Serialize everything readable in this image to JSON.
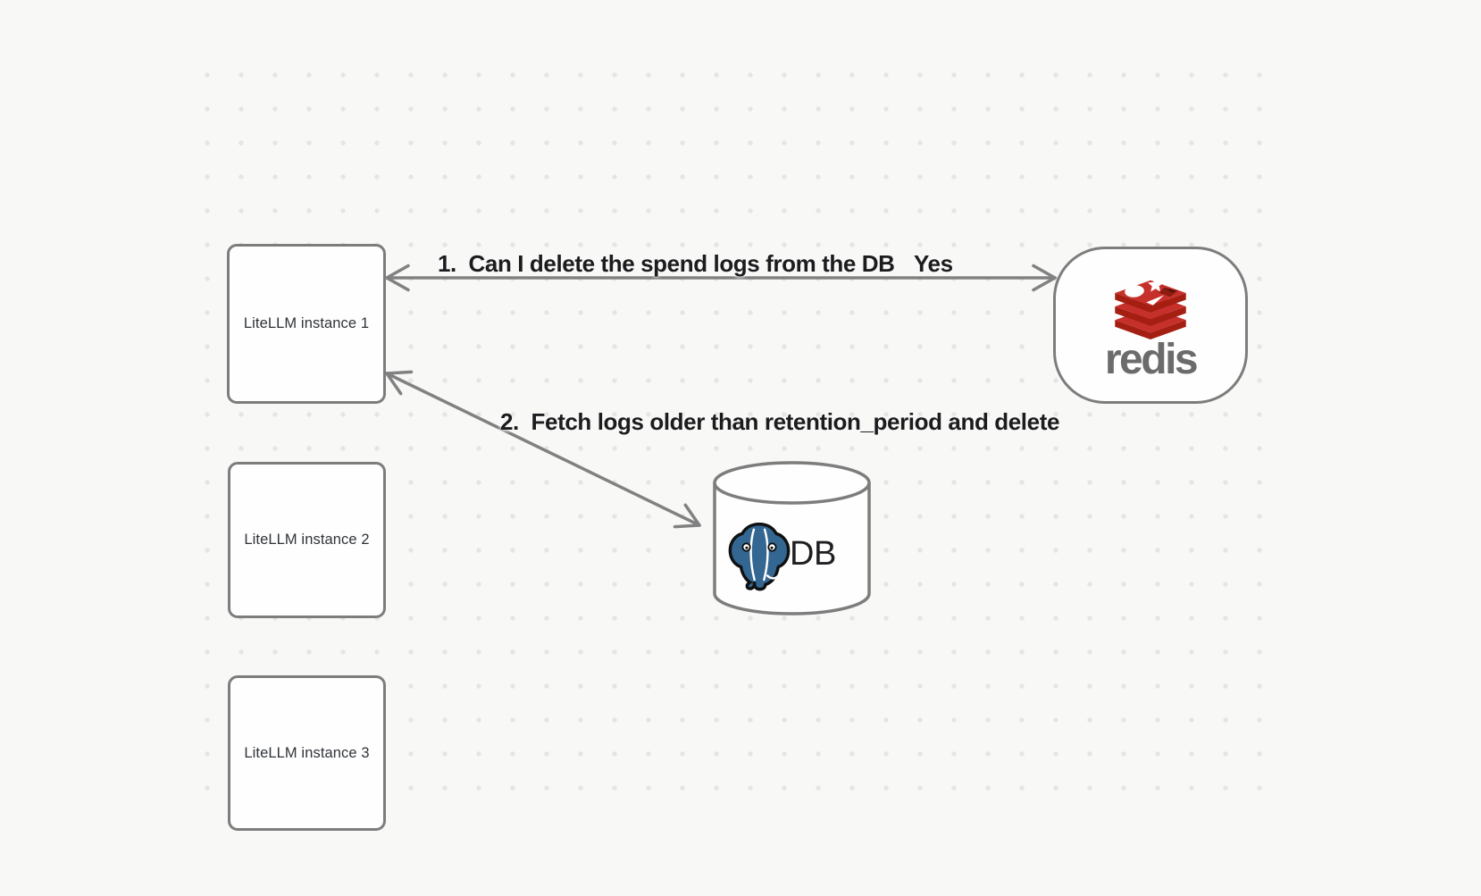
{
  "diagram": {
    "instances": [
      {
        "label": "LiteLLM instance 1"
      },
      {
        "label": "LiteLLM instance 2"
      },
      {
        "label": "LiteLLM instance 3"
      }
    ],
    "redis": {
      "wordmark": "redis",
      "icon": "redis-logo"
    },
    "db": {
      "label": "DB",
      "icon": "postgresql-elephant-logo"
    },
    "arrows": [
      {
        "label": "1.  Can I delete the spend logs from the DB",
        "response": "Yes",
        "from": "LiteLLM instance 1",
        "to": "redis"
      },
      {
        "label": "2.  Fetch logs older than retention_period and delete",
        "from": "LiteLLM instance 1",
        "to": "DB"
      }
    ],
    "colors": {
      "background": "#f8f8f7",
      "grid_dot": "#e5e5e3",
      "stroke_gray": "#7d7d7d",
      "arrow_gray": "#818181",
      "label_text": "#1c1c1e",
      "node_text": "#2f3338",
      "redis_red": "#c6302b",
      "redis_red_dark": "#a41e11",
      "redis_wordmark": "#6b6b6b",
      "postgres_blue": "#336791"
    }
  }
}
